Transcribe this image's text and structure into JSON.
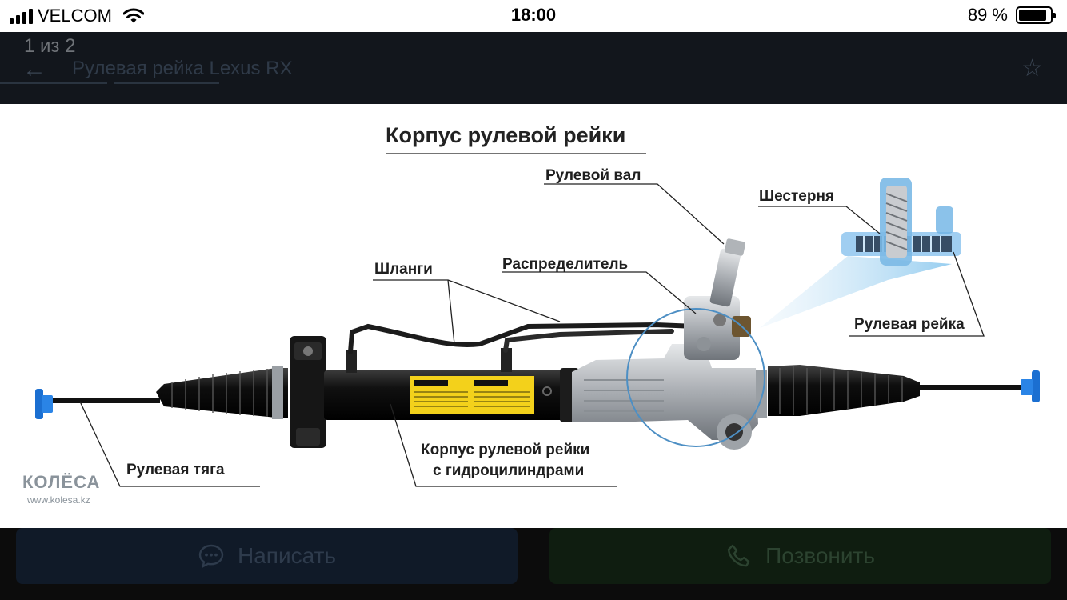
{
  "status_bar": {
    "carrier": "VELCOM",
    "time": "18:00",
    "battery_text": "89 %",
    "battery_level": 0.89
  },
  "viewer": {
    "counter": "1 из 2"
  },
  "background": {
    "title": "Рулевая рейка Lexus RX",
    "write_button": "Написать",
    "call_button": "Позвонить"
  },
  "diagram": {
    "title": "Корпус рулевой рейки",
    "labels": {
      "steering_shaft": "Рулевой вал",
      "pinion": "Шестерня",
      "hoses": "Шланги",
      "distributor": "Распределитель",
      "rack": "Рулевая рейка",
      "housing_line1": "Корпус рулевой рейки",
      "housing_line2": "с гидроцилиндрами",
      "tie_rod": "Рулевая тяга"
    },
    "logo": "КОЛЁСА",
    "logo_url": "www.kolesa.kz"
  },
  "colors": {
    "accent_blue": "#1b6fd1",
    "rack_black": "#111111",
    "warning_yellow": "#f3d11b"
  },
  "icons": [
    "signal-icon",
    "wifi-icon",
    "battery-icon",
    "back-arrow-icon",
    "star-icon",
    "chat-icon",
    "phone-icon"
  ]
}
